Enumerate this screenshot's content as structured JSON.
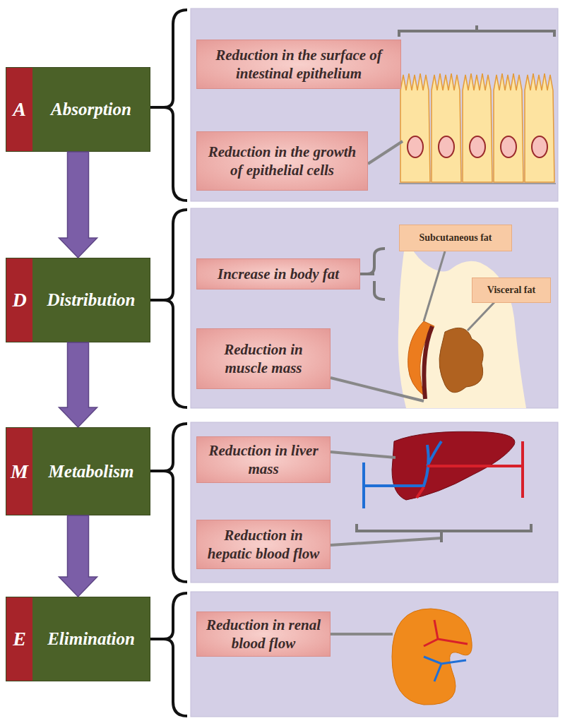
{
  "diagram": {
    "nodes": [
      {
        "text": [
          "A",
          "Absorption"
        ]
      },
      {
        "text": [
          "Reduction in the surface of intestinal epithelium"
        ]
      },
      {
        "text": [
          "Reduction in the growth of epithelial cells"
        ]
      },
      {
        "text": [
          "D",
          "Distribution"
        ]
      },
      {
        "text": [
          "Increase in body fat"
        ]
      },
      {
        "text": [
          "Subcutaneous fat"
        ]
      },
      {
        "text": [
          "Visceral fat"
        ]
      },
      {
        "text": [
          "Reduction in muscle mass"
        ]
      },
      {
        "text": [
          "M",
          "Metabolism"
        ]
      },
      {
        "text": [
          "Reduction in liver mass"
        ]
      },
      {
        "text": [
          "Reduction in hepatic blood flow"
        ]
      },
      {
        "text": [
          "E",
          "Elimination"
        ]
      },
      {
        "text": [
          "Reduction in renal blood flow"
        ]
      }
    ],
    "edges": [
      {
        "from": 0,
        "to": 3,
        "arrow": "to"
      },
      {
        "from": 3,
        "to": 8,
        "arrow": "to"
      },
      {
        "from": 8,
        "to": 11,
        "arrow": "to"
      }
    ]
  }
}
